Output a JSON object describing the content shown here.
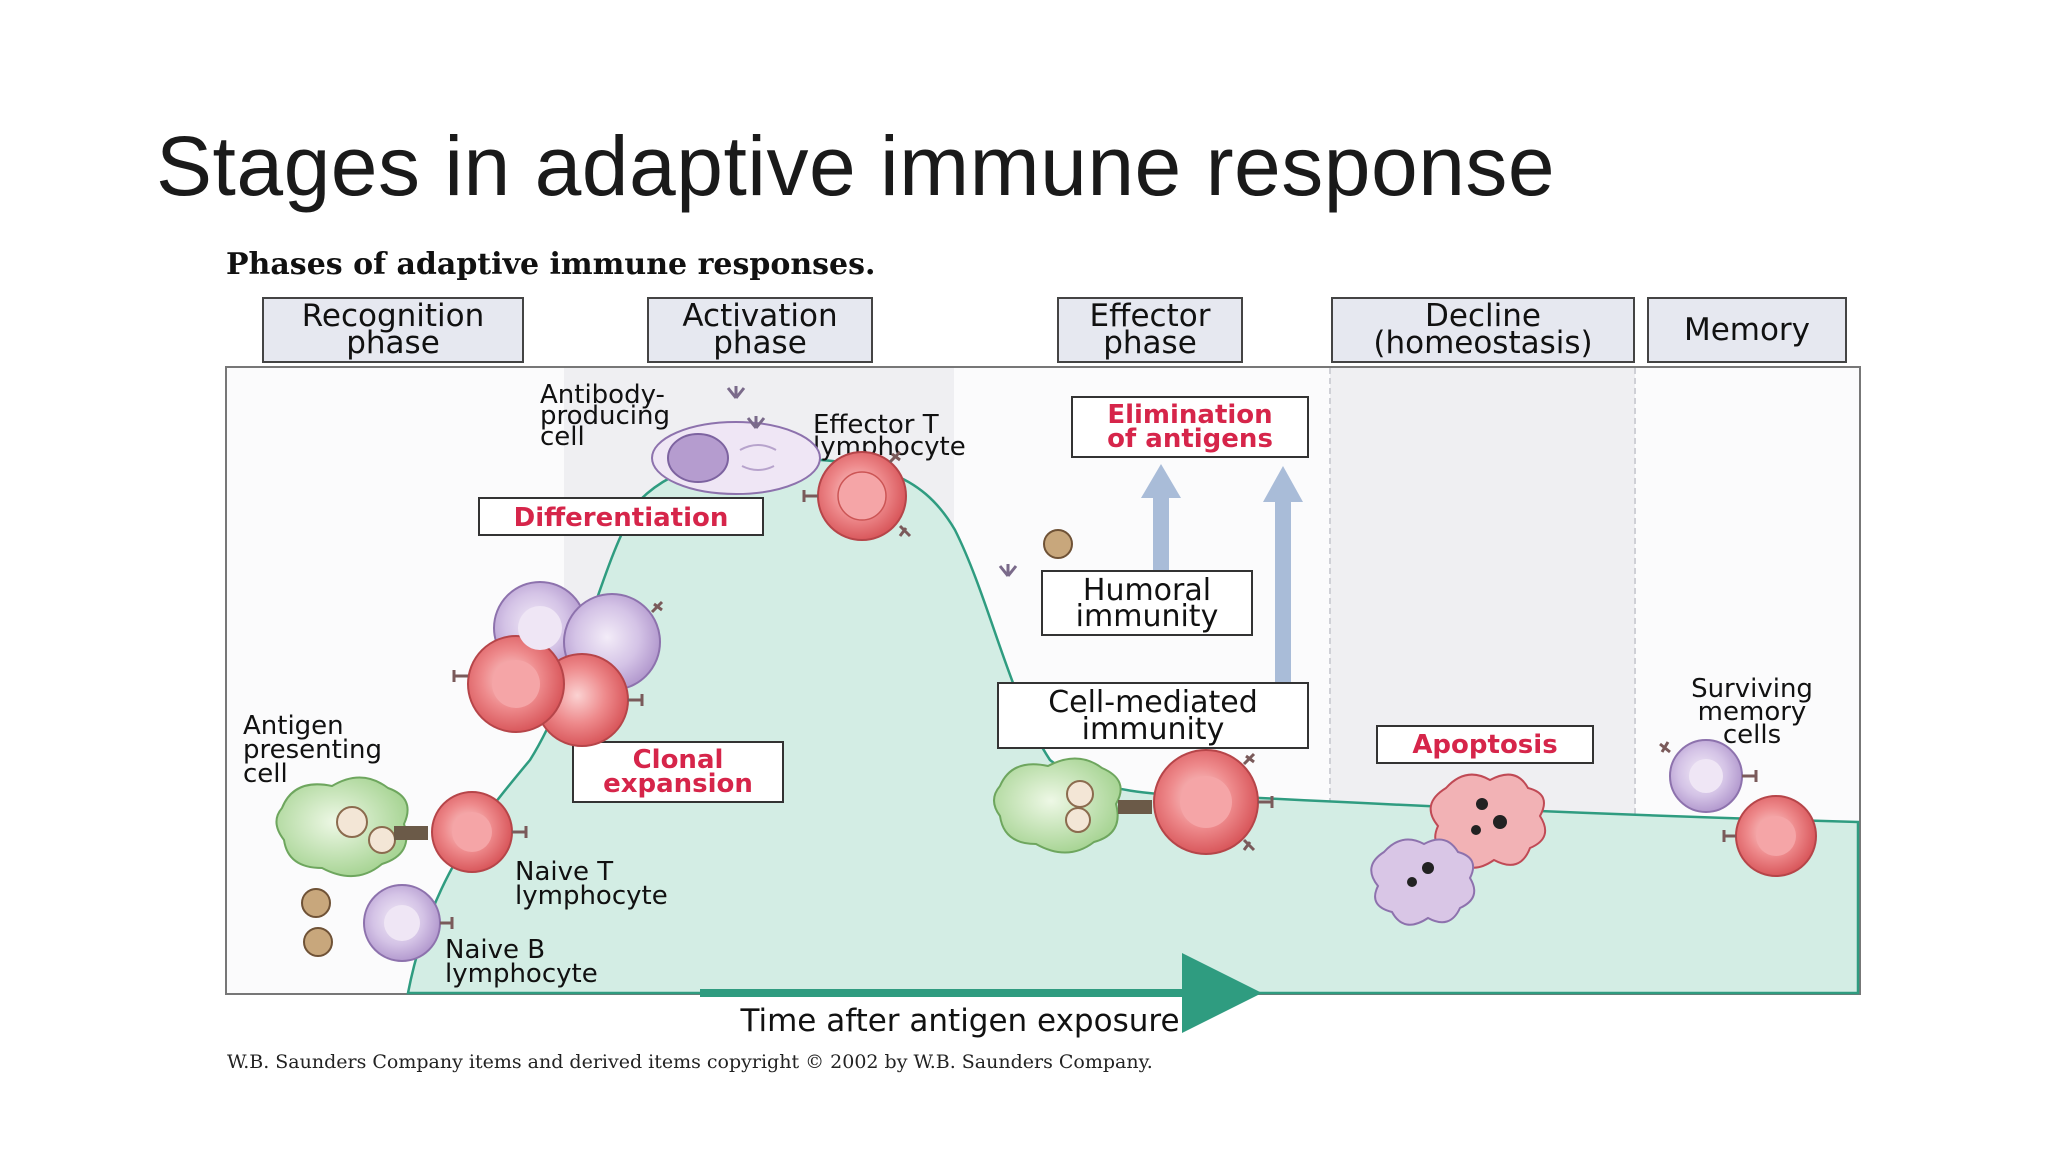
{
  "slide": {
    "title": "Stages in adaptive immune response"
  },
  "figure": {
    "title": "Phases of adaptive immune responses.",
    "phases": [
      {
        "line1": "Recognition",
        "line2": "phase"
      },
      {
        "line1": "Activation",
        "line2": "phase"
      },
      {
        "line1": "Effector",
        "line2": "phase"
      },
      {
        "line1": "Decline",
        "line2": "(homeostasis)"
      },
      {
        "line1": "Memory",
        "line2": ""
      }
    ],
    "labels": {
      "antibody_cell": [
        "Antibody-",
        "producing",
        "cell"
      ],
      "effector_t": [
        "Effector T",
        "lymphocyte"
      ],
      "antigen_presenting": [
        "Antigen",
        "presenting",
        "cell"
      ],
      "naive_t": [
        "Naive T",
        "lymphocyte"
      ],
      "naive_b": [
        "Naive B",
        "lymphocyte"
      ],
      "surviving": [
        "Surviving",
        "memory",
        "cells"
      ]
    },
    "boxes": {
      "differentiation": "Differentiation",
      "clonal": [
        "Clonal",
        "expansion"
      ],
      "elimination": [
        "Elimination",
        "of antigens"
      ],
      "humoral": [
        "Humoral",
        "immunity"
      ],
      "cell_mediated": [
        "Cell-mediated",
        "immunity"
      ],
      "apoptosis": "Apoptosis"
    },
    "x_axis": "Time after antigen exposure",
    "copyright": "W.B. Saunders Company items and derived items copyright © 2002 by W.B. Saunders Company."
  },
  "colors": {
    "curve_fill": "#d3ede4",
    "curve_stroke": "#2f9c80",
    "t_cell": "#e86f72",
    "b_cell": "#c9b3dc",
    "apc": "#bfe0b0",
    "highlight_text": "#d6254a",
    "phase_box": "#e6e8f0"
  }
}
